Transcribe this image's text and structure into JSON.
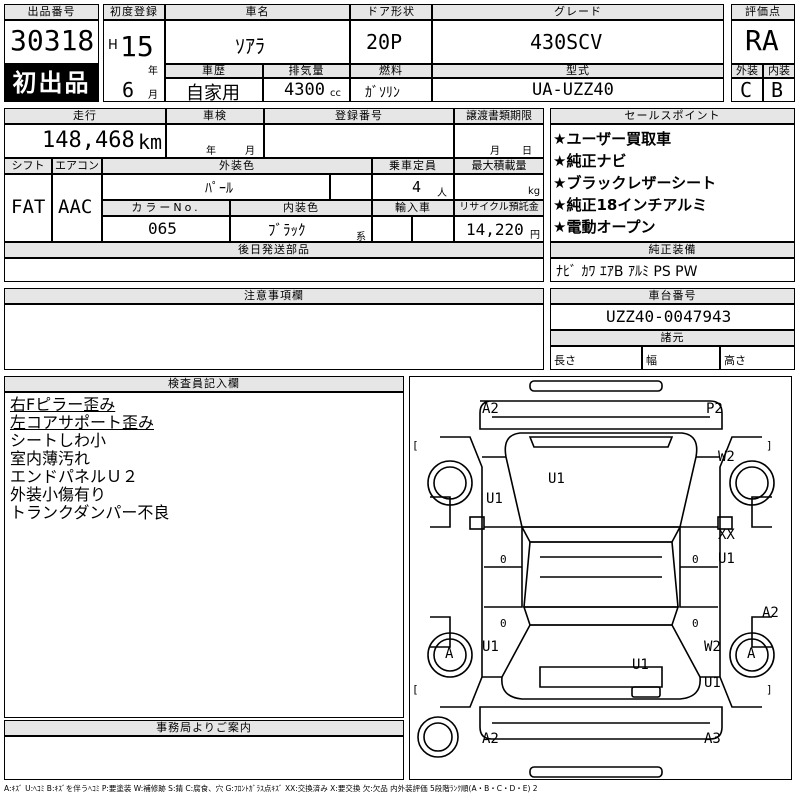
{
  "headers": {
    "lot_no": "出品番号",
    "first_reg": "初度登録",
    "car_name": "車名",
    "doors": "ドア形状",
    "grade": "グレード",
    "score": "評価点",
    "history": "車歴",
    "displacement": "排気量",
    "fuel": "燃料",
    "model_code": "型式",
    "exterior": "外装",
    "interior": "内装",
    "mileage": "走行",
    "inspection": "車検",
    "reg_no": "登録番号",
    "transfer_deadline": "譲渡書類期限",
    "sales_points": "セールスポイント",
    "shift": "シフト",
    "aircon": "エアコン",
    "body_color": "外装色",
    "capacity": "乗車定員",
    "max_load": "最大積載量",
    "color_no": "カラーNo.",
    "interior_color": "内装色",
    "import": "輸入車",
    "recycle_fee": "リサイクル預託金",
    "later_parts": "後日発送部品",
    "genuine_equipment": "純正装備",
    "notes": "注意事項欄",
    "chassis_no": "車台番号",
    "dimensions": "諸元",
    "inspector_notes": "検査員記入欄",
    "office_notice": "事務局よりご案内"
  },
  "vehicle": {
    "lot_no": "30318",
    "first_time_badge": "初出品",
    "era": "H",
    "year": "15",
    "year_unit": "年",
    "month": "6",
    "month_unit": "月",
    "name": "ｿｱﾗ",
    "doors": "20P",
    "grade": "430SCV",
    "score": "RA",
    "history": "自家用",
    "displacement": "4300",
    "cc": "cc",
    "fuel": "ｶﾞｿﾘﾝ",
    "model_code": "UA-UZZ40",
    "exterior_grade": "C",
    "interior_grade": "B",
    "mileage": "148,468",
    "km": "km",
    "insp_year_unit": "年",
    "insp_month_unit": "月",
    "transfer_month_unit": "月",
    "transfer_day_unit": "日",
    "shift": "FAT",
    "aircon": "AAC",
    "body_color": "ﾊﾟｰﾙ",
    "capacity": "4",
    "capacity_unit": "人",
    "load_unit": "kg",
    "color_no": "065",
    "interior_color": "ﾌﾞﾗｯｸ",
    "interior_color_suffix": "系",
    "recycle_fee": "14,220",
    "yen": "円",
    "genuine_equipment": "ﾅﾋﾞ ｶﾜ ｴｱB ｱﾙﾐ PS PW",
    "chassis_no": "UZZ40-0047943",
    "length_label": "長さ",
    "width_label": "幅",
    "height_label": "高さ"
  },
  "sales_points": [
    "★ユーザー買取車",
    "★純正ナビ",
    "★ブラックレザーシート",
    "★純正18インチアルミ",
    "★電動オープン"
  ],
  "inspector_notes": [
    "右Fピラー歪み",
    "左コアサポート歪み",
    "シートしわ小",
    "室内薄汚れ",
    "エンドパネルＵ２",
    "外装小傷有り",
    "トランクダンパー不良"
  ],
  "damage_marks": {
    "front_left": "A2",
    "front_right": "P2",
    "right_front_fender": "W2",
    "hood": "U1",
    "left_front_fender": "U1",
    "right_front_door_xx": "XX",
    "right_front_door": "U1",
    "right_rear_edge": "A2",
    "left_rear_fender": "U1",
    "right_rear_fender": "W2",
    "trunk": "U1",
    "right_rear_quarter": "U1",
    "rear_left": "A2",
    "rear_right": "A3",
    "wheel_left_rear": "A",
    "wheel_right_rear": "A",
    "door_zero_1": "0",
    "door_zero_2": "0",
    "door_zero_3": "0",
    "door_zero_4": "0"
  },
  "footer": {
    "legend": "A:ｷｽﾞ U:ﾍｺﾐ B:ｷｽﾞを伴うﾍｺﾐ P:要塗装 W:補修跡 S:錆 C:腐食、穴 G:ﾌﾛﾝﾄｶﾞﾗｽ点ｷｽﾞ XX:交換済み X:要交換 欠:欠品 内外装評価 5段階ﾗﾝｸ順(A・B・C・D・E) 2"
  }
}
